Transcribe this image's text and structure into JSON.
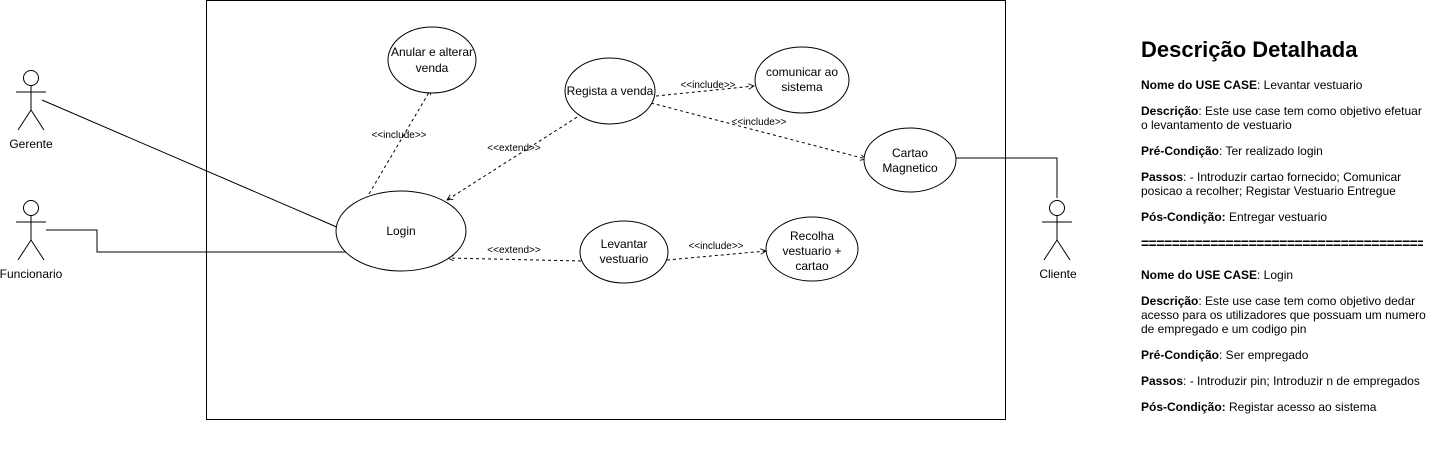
{
  "diagram": {
    "actors": {
      "gerente": "Gerente",
      "funcionario": "Funcionario",
      "cliente": "Cliente"
    },
    "use_cases": {
      "anular_line1": "Anular e alterar",
      "anular_line2": "venda",
      "regista": "Regista a venda",
      "comunicar_line1": "comunicar ao",
      "comunicar_line2": "sistema",
      "cartao_line1": "Cartao",
      "cartao_line2": "Magnetico",
      "login": "Login",
      "levantar_line1": "Levantar",
      "levantar_line2": "vestuario",
      "recolha_line1": "Recolha",
      "recolha_line2": "vestuario +",
      "recolha_line3": "cartao"
    },
    "relations": {
      "include_login_anular": "<<include>>",
      "include_regista_comunicar": "<<include>>",
      "include_regista_cartao": "<<include>>",
      "extend_regista_login": "<<extend>>",
      "extend_levantar_login": "<<extend>>",
      "include_levantar_recolha": "<<include>>"
    }
  },
  "description": {
    "title": "Descrição Detalhada",
    "divider": "=========================================",
    "uc1": {
      "name_label": "Nome do USE CASE",
      "name_value": ": Levantar vestuario",
      "desc_label": "Descrição",
      "desc_value": ": Este use case tem como objetivo efetuar o levantamento de vestuario",
      "pre_label": "Pré-Condição",
      "pre_value": ": Ter realizado login",
      "steps_label": "Passos",
      "steps_value": ": - Introduzir cartao fornecido; Comunicar posicao a recolher; Registar Vestuario Entregue",
      "post_label": "Pós-Condição:",
      "post_value": " Entregar vestuario"
    },
    "uc2": {
      "name_label": "Nome do USE CASE",
      "name_value": ": Login",
      "desc_label": "Descrição",
      "desc_value": ": Este use case tem como objetivo dedar acesso para os utilizadores que possuam um numero de empregado e um codigo pin",
      "pre_label": "Pré-Condição",
      "pre_value": ": Ser empregado",
      "steps_label": "Passos",
      "steps_value": ": - Introduzir pin; Introduzir n de empregados",
      "post_label": "Pós-Condição:",
      "post_value": " Registar acesso ao sistema"
    }
  }
}
